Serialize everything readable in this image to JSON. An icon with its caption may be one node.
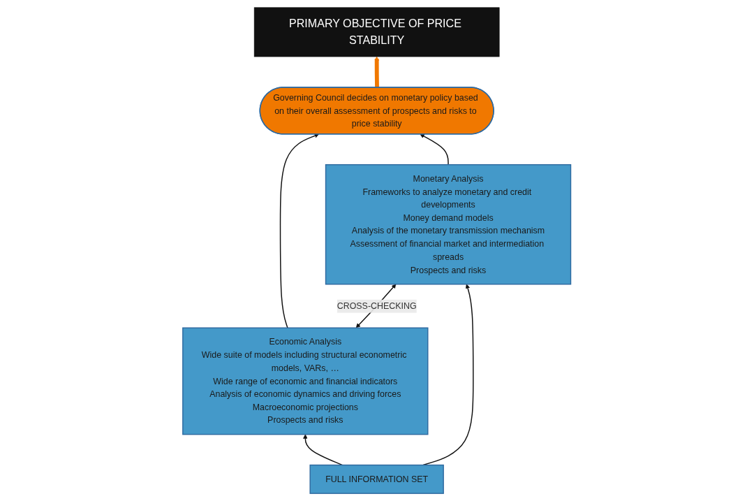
{
  "diagram": {
    "nodes": [
      {
        "text": [
          "PRIMARY OBJECTIVE OF PRICE STABILITY"
        ]
      },
      {
        "text": [
          "Governing Council decides on monetary policy based on their overall assessment of prospects and risks to price stability"
        ]
      },
      {
        "text": [
          "Economic Analysis",
          "Wide suite of models including structural econometric models, VARs, …",
          "Wide range of economic and financial indicators",
          "Analysis of economic dynamics and driving forces",
          "Macroeconomic projections",
          "Prospects and risks"
        ]
      },
      {
        "text": [
          "Monetary Analysis",
          "Frameworks to analyze monetary and credit developments",
          "Money demand models",
          "Analysis of the monetary transmission mechanism",
          "Assessment of financial market and intermediation spreads",
          "Prospects and risks"
        ]
      },
      {
        "text": [
          "FULL INFORMATION SET"
        ]
      }
    ],
    "edges": [
      {
        "from": 1,
        "to": 0,
        "arrow": "to",
        "style": "thick",
        "color": "#f07800"
      },
      {
        "from": 2,
        "to": 1,
        "arrow": "to"
      },
      {
        "from": 3,
        "to": 1,
        "arrow": "to"
      },
      {
        "from": 2,
        "to": 3,
        "arrow": "both",
        "label": "CROSS-CHECKING"
      },
      {
        "from": 4,
        "to": 2,
        "arrow": "to"
      },
      {
        "from": 4,
        "to": 3,
        "arrow": "to"
      }
    ]
  }
}
